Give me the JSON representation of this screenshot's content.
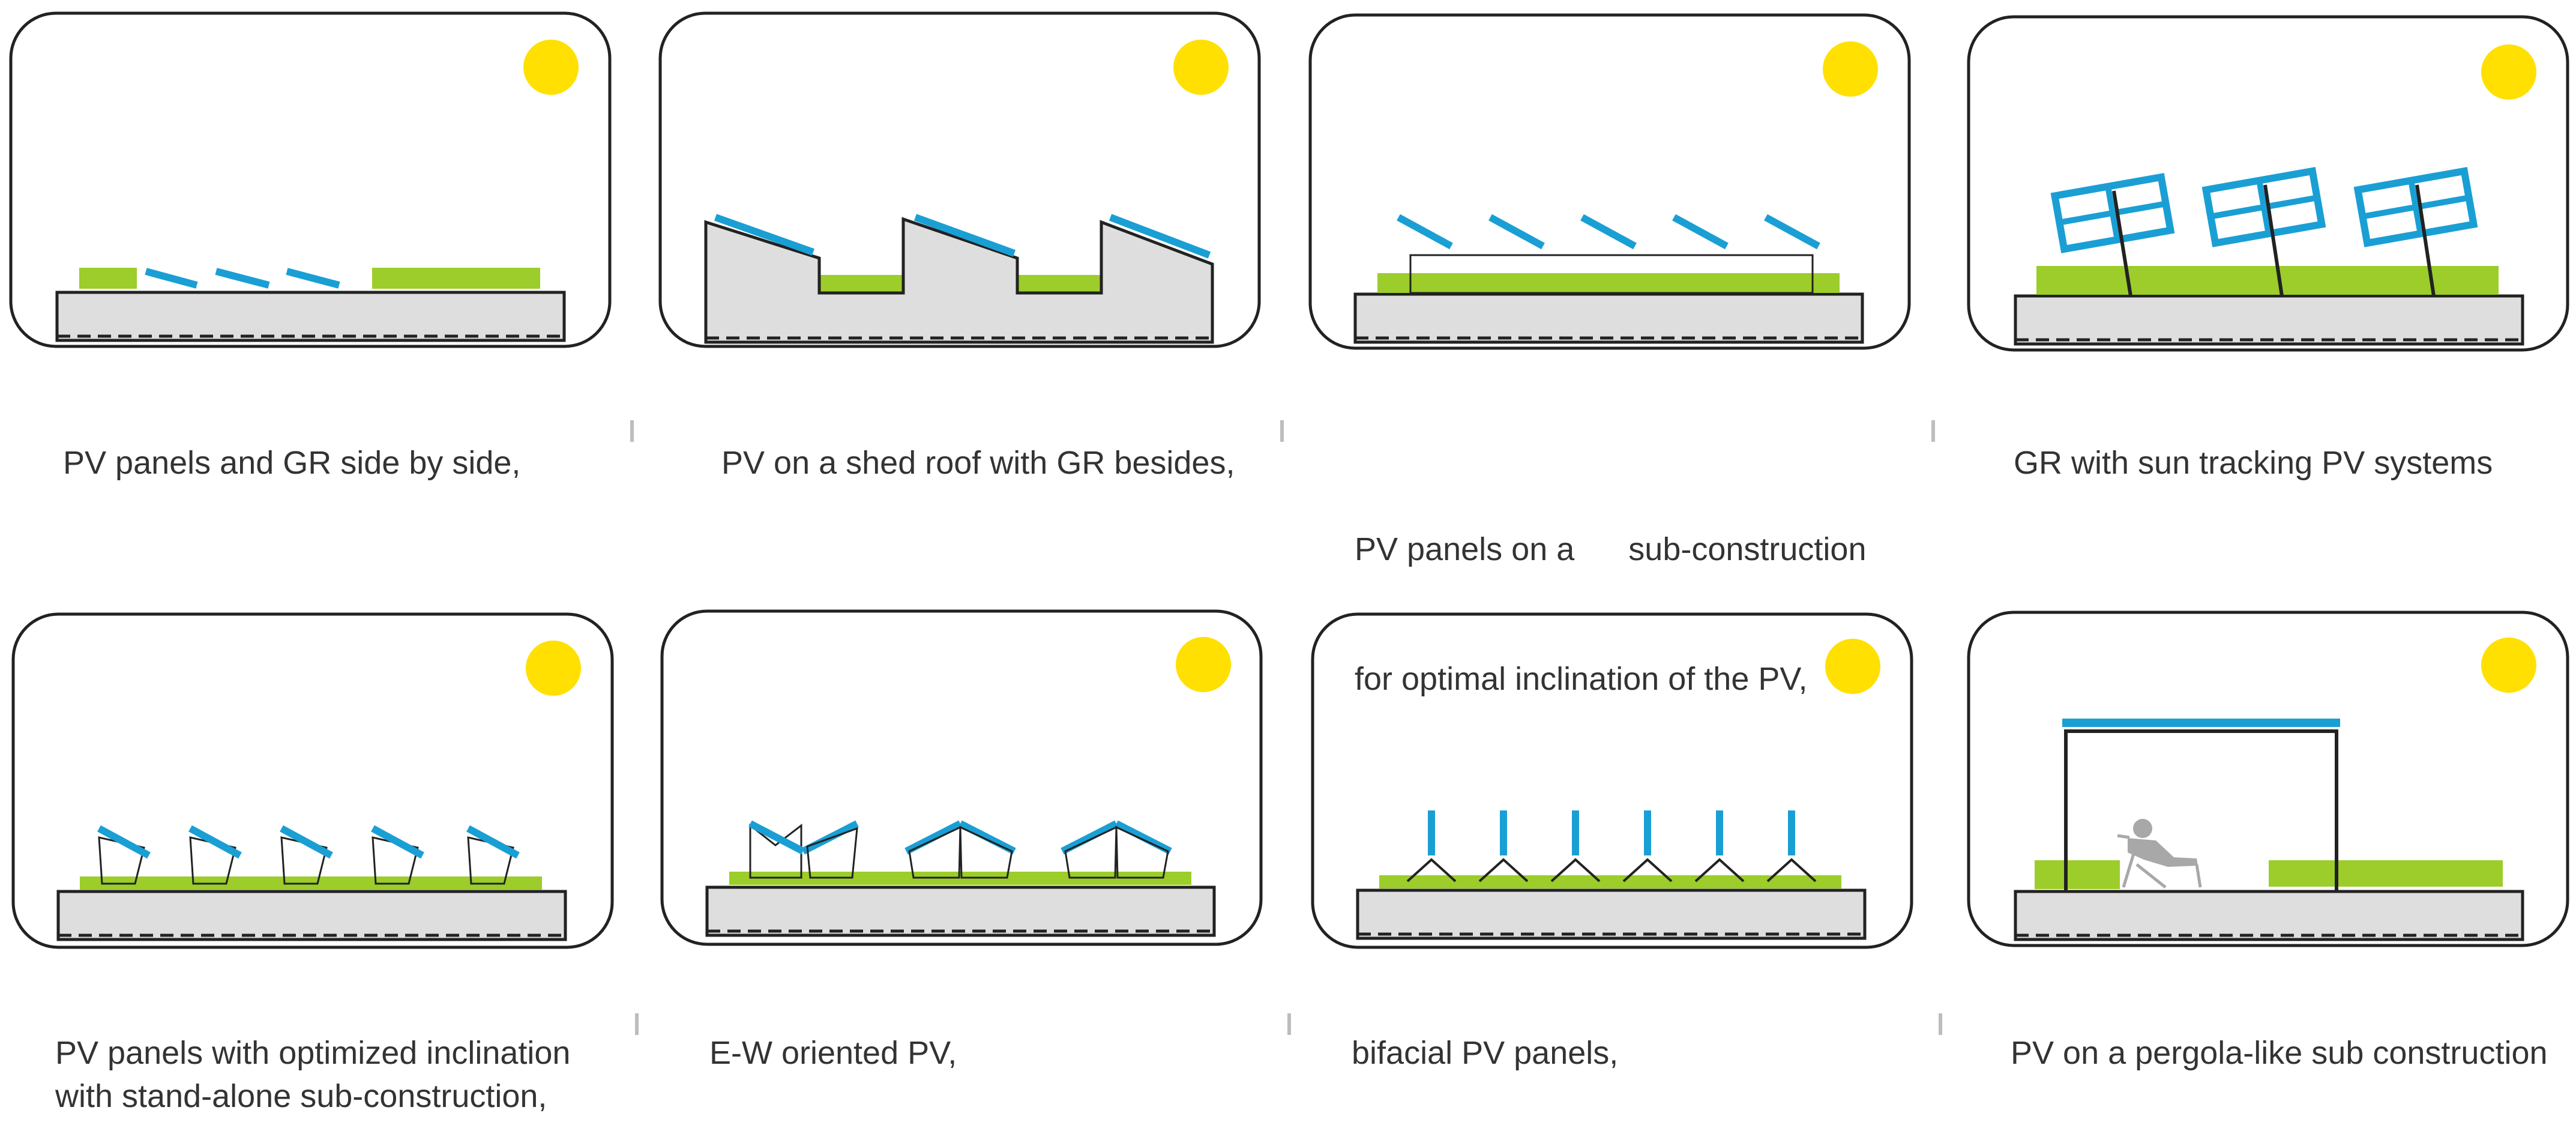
{
  "colors": {
    "sun": "#ffe000",
    "pv_panel": "#1a9fd4",
    "green_roof": "#9ccd2a",
    "building": "#dedede",
    "outline": "#222222",
    "caption": "#333333"
  },
  "panels": [
    {
      "id": "side-by-side",
      "lines": [
        "PV panels and GR side by side,"
      ]
    },
    {
      "id": "shed-roof",
      "lines": [
        "PV on a shed roof with GR besides,"
      ]
    },
    {
      "id": "sub-construction",
      "lines": [
        "PV panels on a      sub-construction",
        "for optimal inclination of the PV,"
      ]
    },
    {
      "id": "sun-tracking",
      "lines": [
        "GR with sun tracking PV systems"
      ]
    },
    {
      "id": "stand-alone",
      "lines": [
        "PV panels with optimized inclination",
        "with stand-alone sub-construction,"
      ]
    },
    {
      "id": "ew-oriented",
      "lines": [
        "E-W oriented PV,"
      ]
    },
    {
      "id": "bifacial",
      "lines": [
        "bifacial PV panels,"
      ]
    },
    {
      "id": "pergola",
      "lines": [
        "PV on a pergola-like sub construction"
      ]
    }
  ]
}
